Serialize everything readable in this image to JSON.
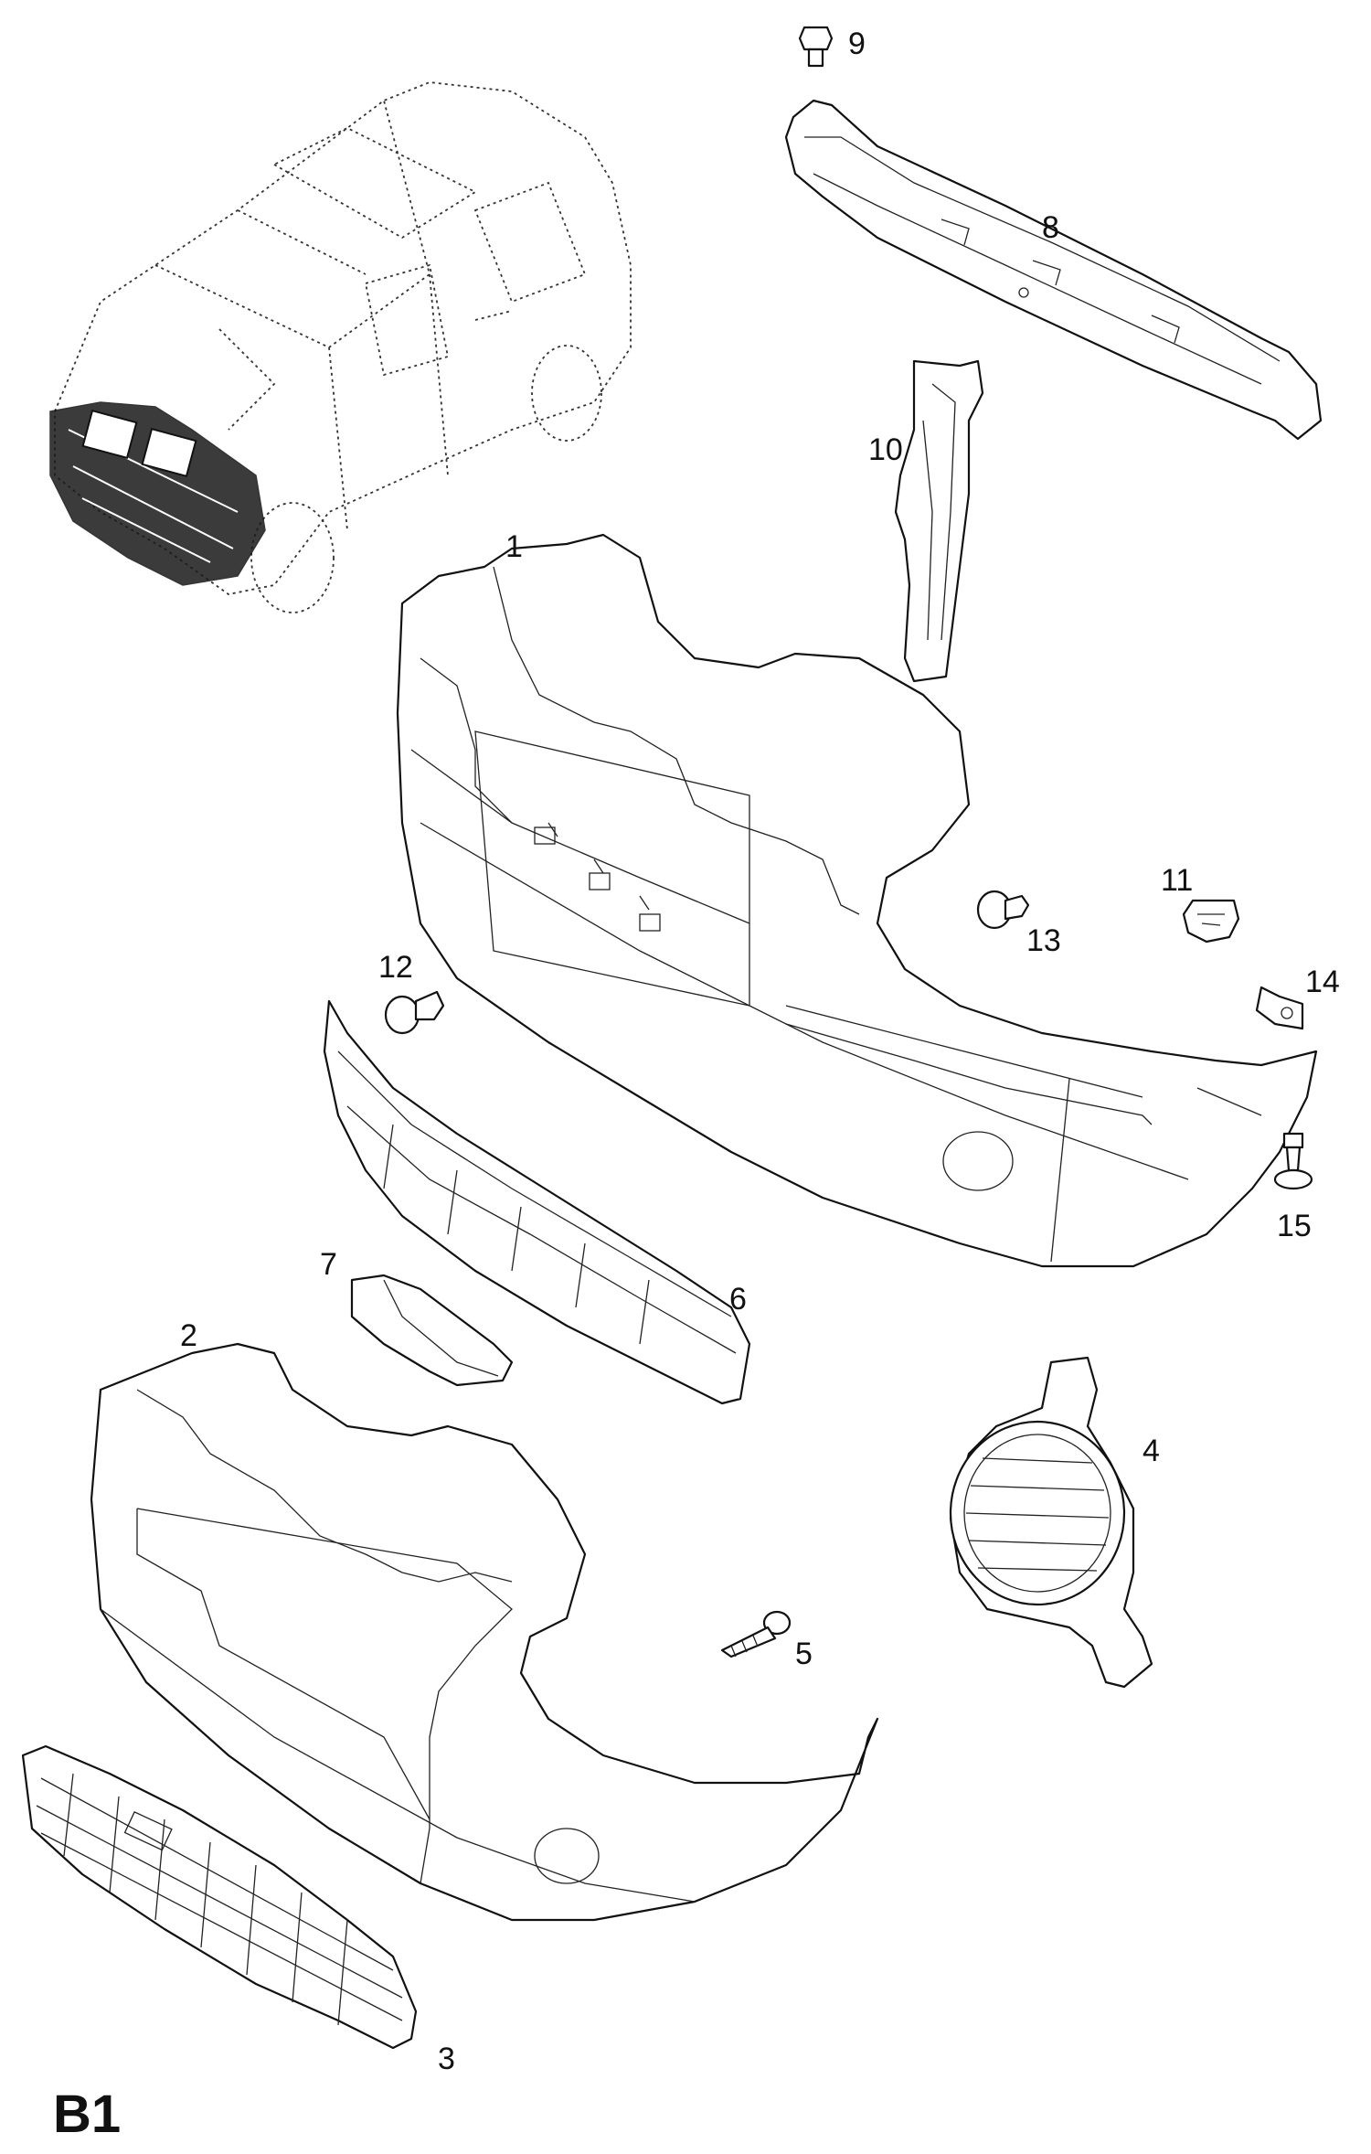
{
  "page_code": "B1",
  "callouts": {
    "c1": "1",
    "c2": "2",
    "c3": "3",
    "c4": "4",
    "c5": "5",
    "c6": "6",
    "c7": "7",
    "c8": "8",
    "c9": "9",
    "c10": "10",
    "c11": "11",
    "c12": "12",
    "c13": "13",
    "c14": "14",
    "c15": "15"
  }
}
